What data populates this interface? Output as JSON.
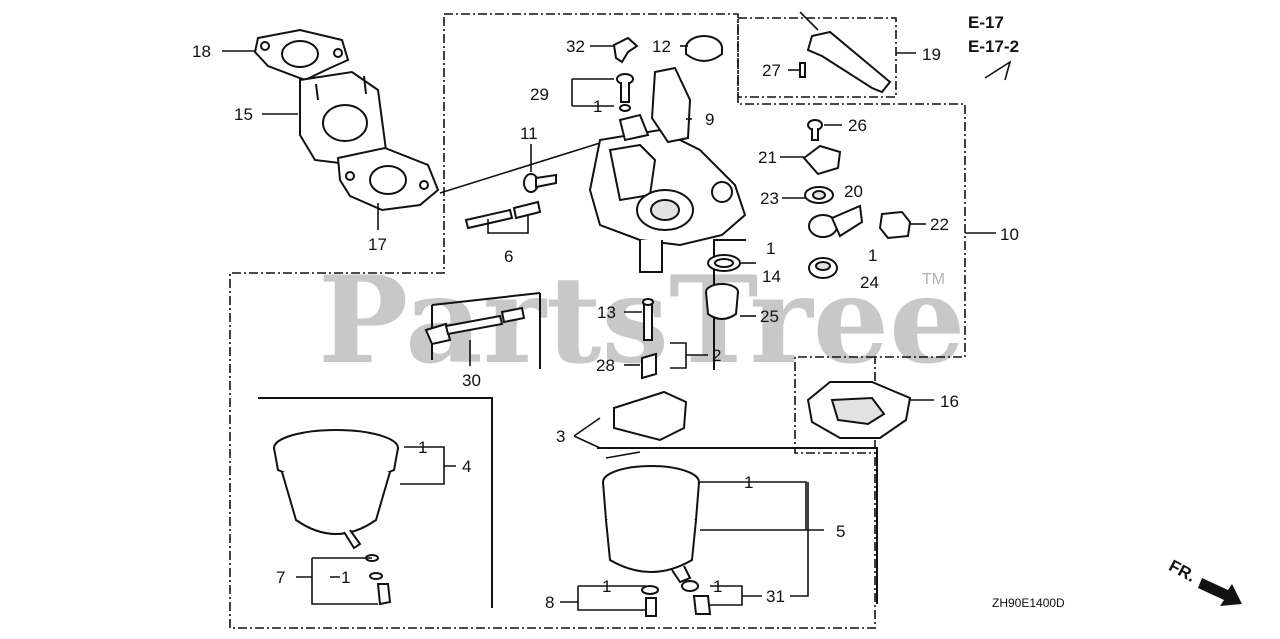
{
  "references": [
    "E-17",
    "E-17-2"
  ],
  "watermark": "PartsTree",
  "trademark": "TM",
  "diagram_code": "ZH90E1400D",
  "direction_label": "FR.",
  "callouts": {
    "c18": "18",
    "c15": "15",
    "c17": "17",
    "c32": "32",
    "c12": "12",
    "c29": "29",
    "c1a": "1",
    "c9": "9",
    "c11": "11",
    "c6": "6",
    "c19": "19",
    "c27": "27",
    "c26": "26",
    "c21": "21",
    "c23": "23",
    "c20": "20",
    "c22": "22",
    "c10": "10",
    "c1b": "1",
    "c14": "14",
    "c1c": "1",
    "c24": "24",
    "c25": "25",
    "c13": "13",
    "c28": "28",
    "c2": "2",
    "c30": "30",
    "c16": "16",
    "c3": "3",
    "c1d": "1",
    "c4": "4",
    "c1e": "1",
    "c5": "5",
    "c7": "7",
    "c1f": "1",
    "c8": "8",
    "c1g": "1",
    "c1h": "1",
    "c31": "31"
  }
}
